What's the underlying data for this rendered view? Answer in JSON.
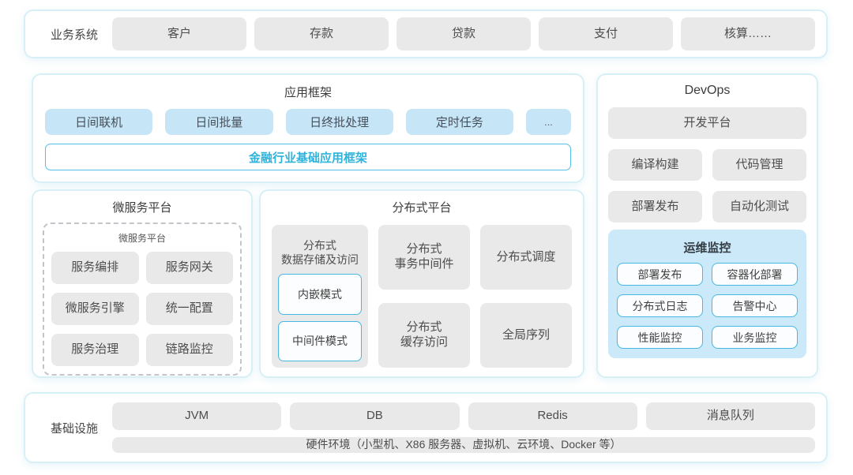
{
  "colors": {
    "panel_border": "#d7f0f8",
    "gray_box": "#e9e9ea",
    "blue_box": "#c6e5f6",
    "monitor_bg": "#cbe9f8",
    "outline_border": "#46b8e3",
    "accent_text": "#2eb3dc"
  },
  "business": {
    "label": "业务系统",
    "items": [
      "客户",
      "存款",
      "贷款",
      "支付",
      "核算……"
    ]
  },
  "app_framework": {
    "title": "应用框架",
    "items": [
      "日间联机",
      "日间批量",
      "日终批处理",
      "定时任务",
      "..."
    ],
    "base": "金融行业基础应用框架"
  },
  "devops": {
    "title": "DevOps",
    "platform": "开发平台",
    "items": [
      "编译构建",
      "代码管理",
      "部署发布",
      "自动化测试"
    ],
    "monitor": {
      "title": "运维监控",
      "items": [
        "部署发布",
        "容器化部署",
        "分布式日志",
        "告警中心",
        "性能监控",
        "业务监控"
      ]
    }
  },
  "microservice": {
    "title": "微服务平台",
    "inner_title": "微服务平台",
    "items": [
      "服务编排",
      "服务网关",
      "微服务引擎",
      "统一配置",
      "服务治理",
      "链路监控"
    ]
  },
  "distributed": {
    "title": "分布式平台",
    "storage": {
      "label": "分布式\n数据存储及访问",
      "modes": [
        "内嵌模式",
        "中间件模式"
      ]
    },
    "col2": [
      "分布式\n事务中间件",
      "分布式\n缓存访问"
    ],
    "col3": [
      "分布式调度",
      "全局序列"
    ]
  },
  "infrastructure": {
    "label": "基础设施",
    "items": [
      "JVM",
      "DB",
      "Redis",
      "消息队列"
    ],
    "hardware": "硬件环境（小型机、X86 服务器、虚拟机、云环境、Docker 等）"
  }
}
